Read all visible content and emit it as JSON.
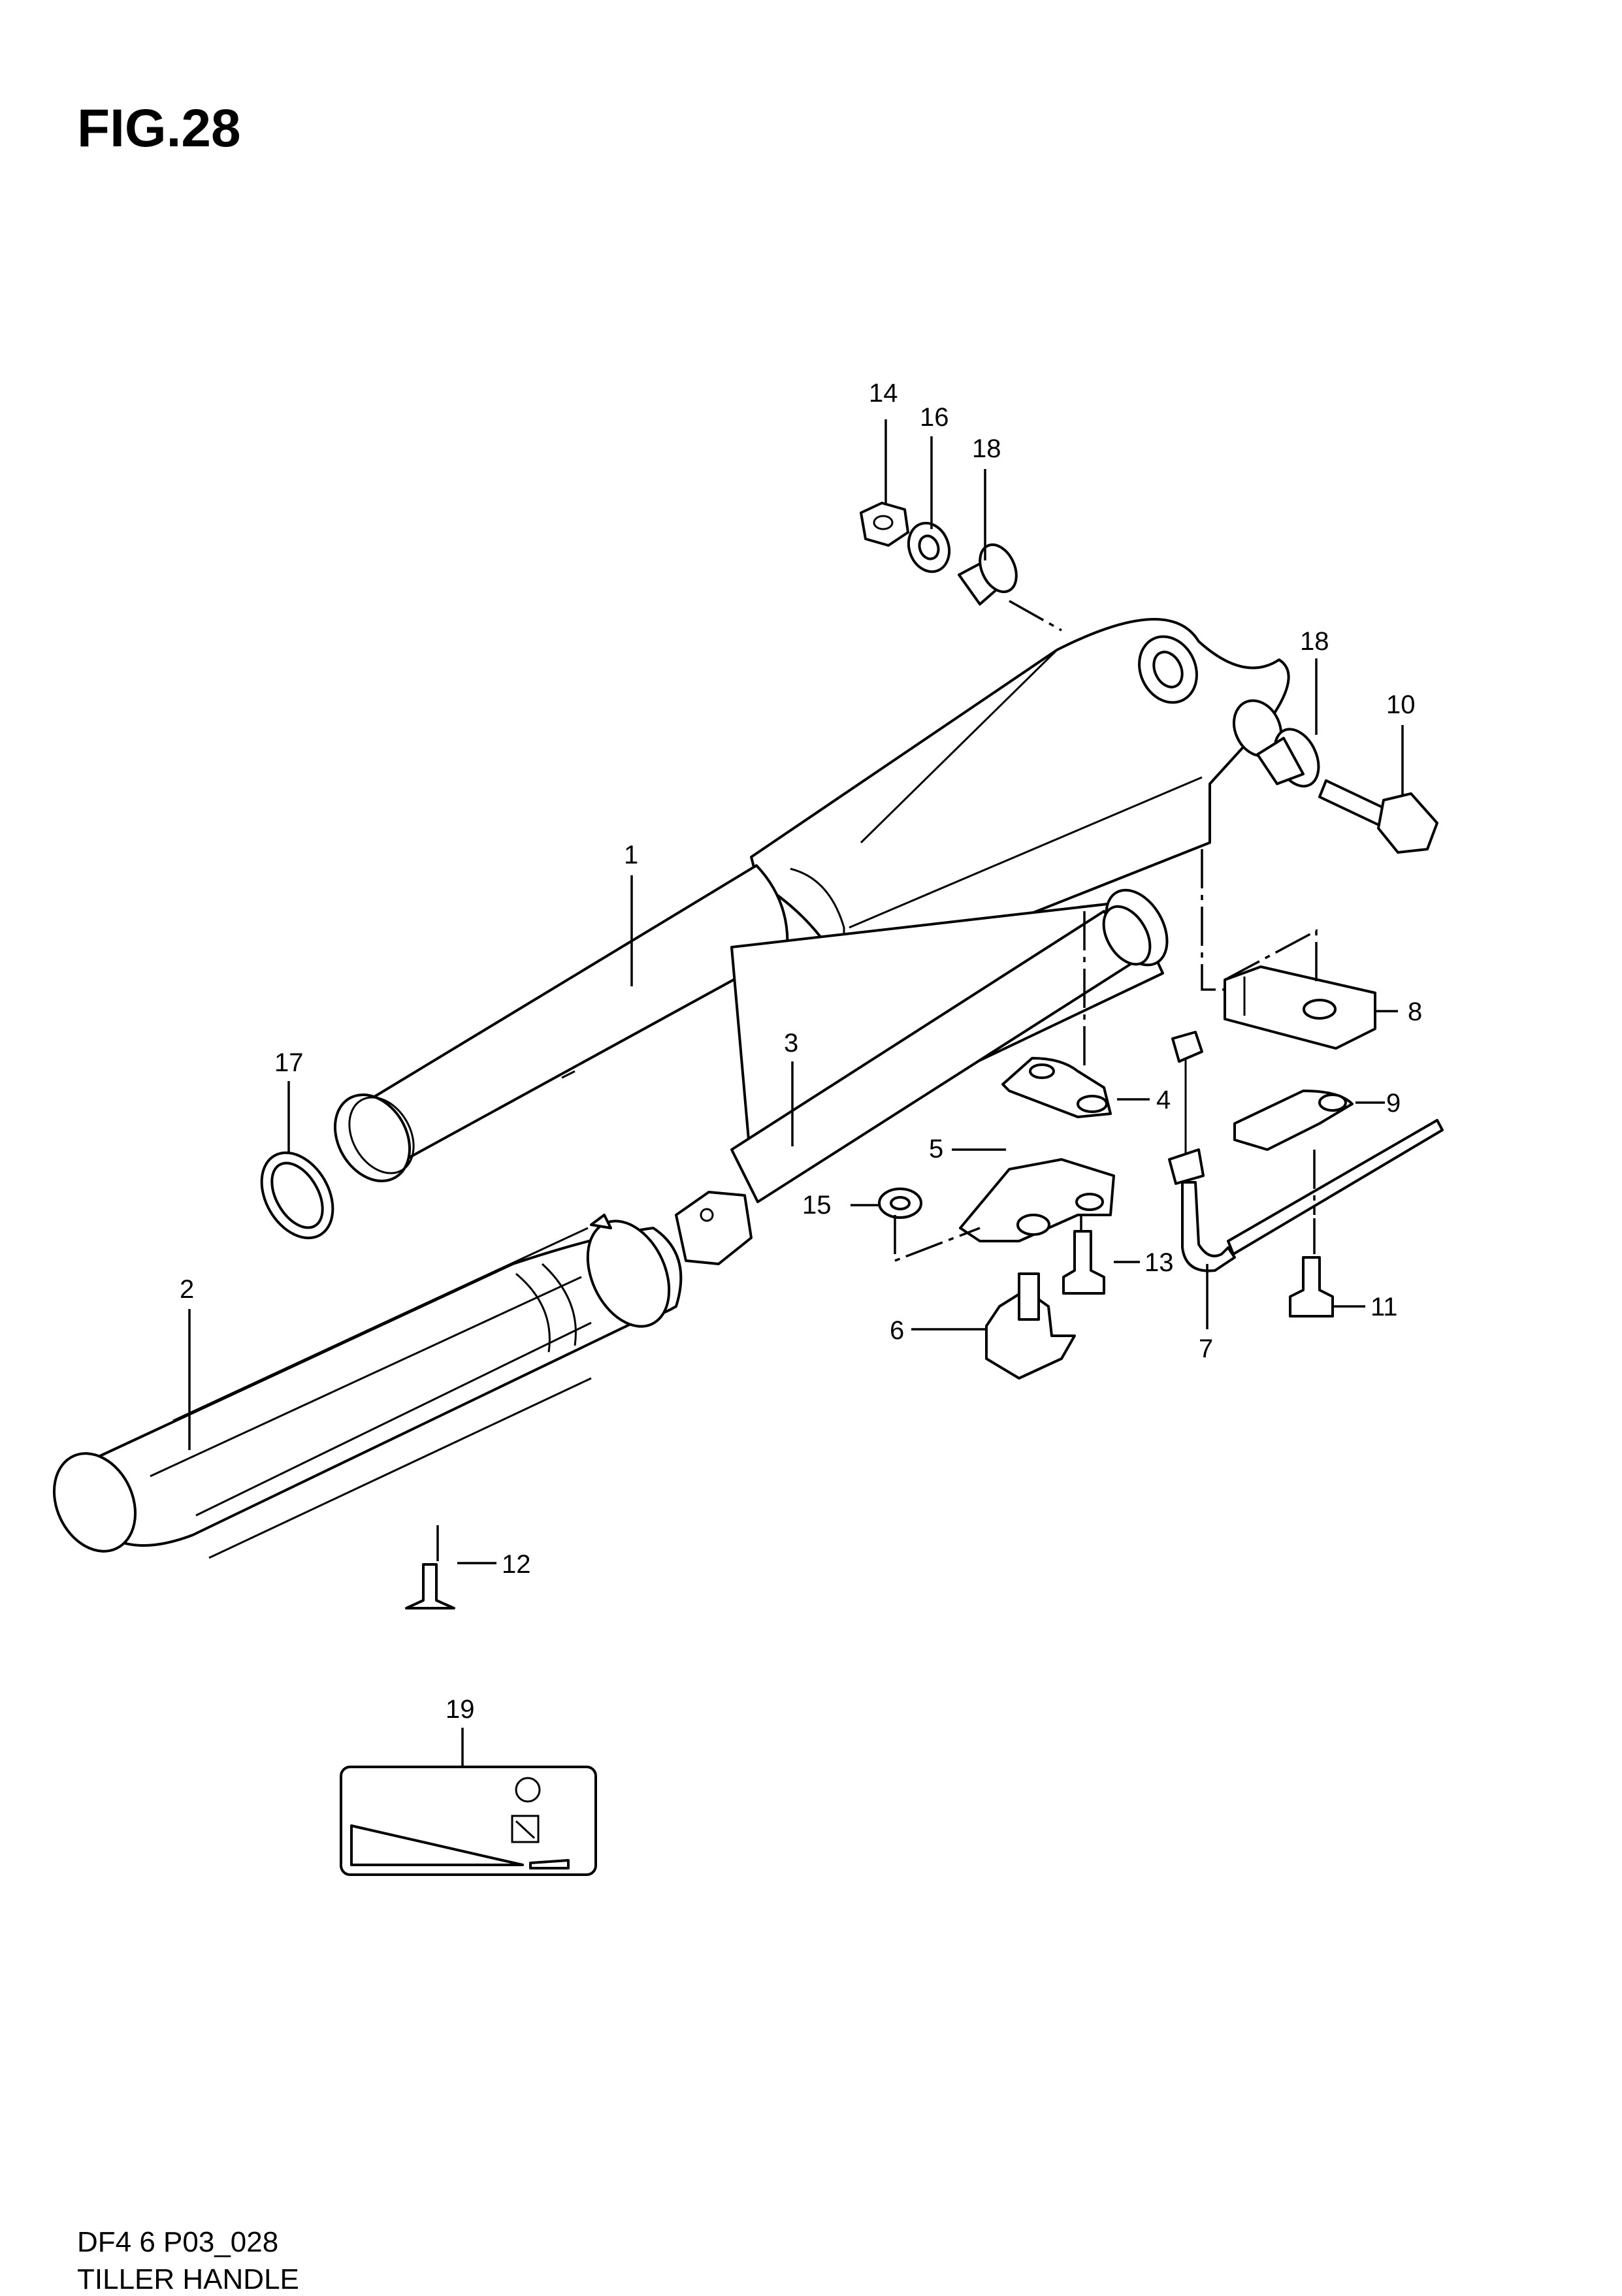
{
  "figure_title": "FIG.28",
  "footer": {
    "code": "DF4 6 P03_028",
    "name": "TILLER HANDLE"
  },
  "callouts": {
    "c1": "1",
    "c2": "2",
    "c3": "3",
    "c4": "4",
    "c5": "5",
    "c6": "6",
    "c7": "7",
    "c8": "8",
    "c9": "9",
    "c10": "10",
    "c11": "11",
    "c12": "12",
    "c13": "13",
    "c14": "14",
    "c15": "15",
    "c16": "16",
    "c17": "17",
    "c18a": "18",
    "c18b": "18",
    "c19": "19"
  },
  "colors": {
    "line": "#000000",
    "background": "#ffffff"
  }
}
